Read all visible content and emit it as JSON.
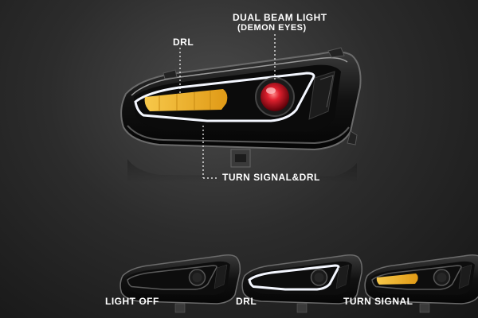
{
  "annotations": {
    "dual_beam_title": "DUAL BEAM LIGHT",
    "dual_beam_sub": "(DEMON EYES)",
    "drl": "DRL",
    "turn_signal_drl": "TURN SIGNAL&DRL"
  },
  "variants": [
    {
      "caption": "LIGHT OFF",
      "state": "off"
    },
    {
      "caption": "DRL",
      "state": "drl"
    },
    {
      "caption": "TURN SIGNAL",
      "state": "turn"
    }
  ],
  "colors": {
    "background": "#2c2c2c",
    "amber": "#f2b32a",
    "demon_eye": "#d81d2c",
    "drl_white": "#f4f7ff"
  }
}
